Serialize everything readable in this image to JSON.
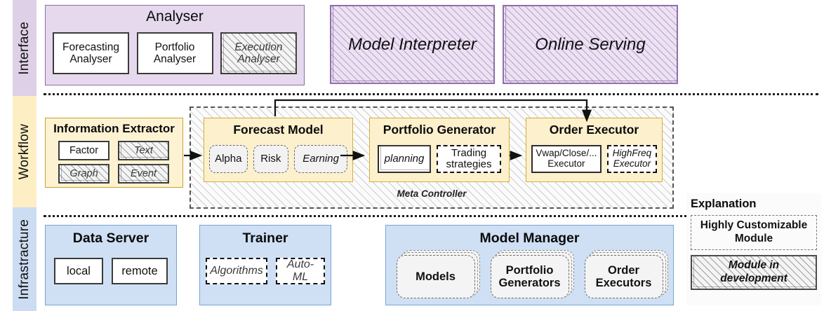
{
  "bands": [
    {
      "id": "interface",
      "label": "Interface",
      "color": "#ded0e6"
    },
    {
      "id": "workflow",
      "label": "Workflow",
      "color": "#fdeec4"
    },
    {
      "id": "infrastructure",
      "label": "Infrastracture",
      "color": "#ccdcf2"
    }
  ],
  "interface": {
    "analyser": {
      "title": "Analyser",
      "items": [
        {
          "label": "Forecasting\nAnalyser",
          "style": "solid"
        },
        {
          "label": "Portfolio\nAnalyser",
          "style": "solid"
        },
        {
          "label": "Execution\nAnalyser",
          "style": "development"
        }
      ],
      "item_labels": [
        "Forecasting Analyser",
        "Portfolio Analyser",
        "Execution Analyser"
      ],
      "item1_line1": "Forecasting",
      "item1_line2": "Analyser",
      "item2_line1": "Portfolio",
      "item2_line2": "Analyser",
      "item3_line1": "Execution",
      "item3_line2": "Analyser"
    },
    "model_interpreter": "Model Interpreter",
    "online_serving": "Online Serving"
  },
  "workflow": {
    "information_extractor": {
      "title": "Information Extractor",
      "items": [
        {
          "label": "Factor",
          "style": "solid"
        },
        {
          "label": "Text",
          "style": "development"
        },
        {
          "label": "Graph",
          "style": "development"
        },
        {
          "label": "Event",
          "style": "development"
        }
      ]
    },
    "meta_controller_label": "Meta Controller",
    "forecast_model": {
      "title": "Forecast Model",
      "items": [
        {
          "label": "Alpha",
          "style": "customizable"
        },
        {
          "label": "Risk",
          "style": "customizable"
        },
        {
          "label": "Earning",
          "style": "development"
        }
      ]
    },
    "portfolio_generator": {
      "title": "Portfolio Generator",
      "items": [
        {
          "label": "planning",
          "style": "development"
        },
        {
          "label": "Trading\nstrategies",
          "style": "customizable",
          "line1": "Trading",
          "line2": "strategies"
        }
      ]
    },
    "order_executor": {
      "title": "Order Executor",
      "items": [
        {
          "label": "Vwap/Close/...\nExecutor",
          "style": "solid",
          "line1": "Vwap/Close/...",
          "line2": "Executor"
        },
        {
          "label": "HighFreq\nExecutor",
          "style": "development",
          "line1": "HighFreq",
          "line2": "Executor"
        }
      ]
    }
  },
  "infrastructure": {
    "data_server": {
      "title": "Data Server",
      "items": [
        {
          "label": "local"
        },
        {
          "label": "remote"
        }
      ]
    },
    "trainer": {
      "title": "Trainer",
      "items": [
        {
          "label": "Algorithms"
        },
        {
          "label": "Auto-ML"
        }
      ]
    },
    "model_manager": {
      "title": "Model Manager",
      "items": [
        {
          "label": "Models",
          "line1": "Models",
          "line2": ""
        },
        {
          "label": "Portfolio Generators",
          "line1": "Portfolio",
          "line2": "Generators"
        },
        {
          "label": "Order Executors",
          "line1": "Order",
          "line2": "Executors"
        }
      ]
    }
  },
  "explanation": {
    "title": "Explanation",
    "customizable_line1": "Highly Customizable",
    "customizable_line2": "Module",
    "development_line1": "Module  in",
    "development_line2": "development"
  },
  "colors": {
    "interface_band": "#ded0e6",
    "workflow_band": "#fdeec4",
    "infrastructure_band": "#ccdcf2",
    "interface_panel": "#e6d9ee",
    "interface_border": "#8e6ca8",
    "workflow_panel": "#fdf0cd",
    "workflow_border": "#d4af37",
    "infrastructure_panel": "#cfe0f5",
    "infrastructure_border": "#7ba2d4"
  }
}
